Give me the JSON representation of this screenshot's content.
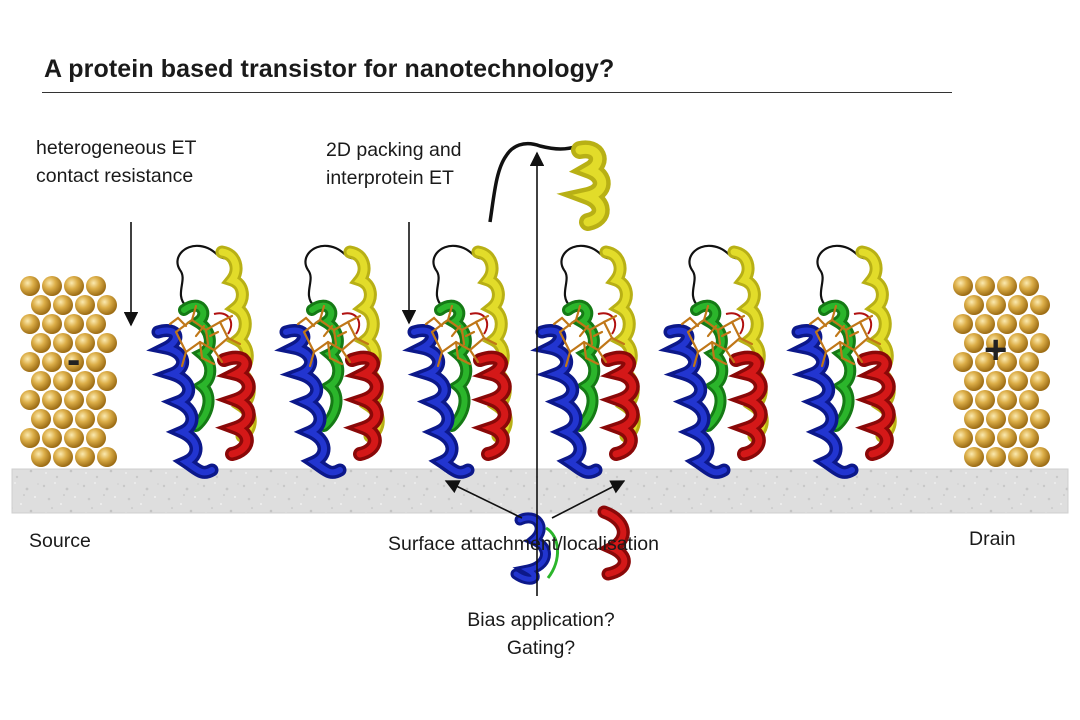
{
  "title": "A protein based transistor for nanotechnology?",
  "labels": {
    "heterogeneous_line1": "heterogeneous ET",
    "heterogeneous_line2": "contact resistance",
    "packing_line1": "2D packing and",
    "packing_line2": "interprotein ET",
    "source": "Source",
    "drain": "Drain",
    "surface": "Surface attachment/localisation",
    "bias_line1": "Bias application?",
    "bias_line2": "Gating?",
    "minus_sign": "-",
    "plus_sign": "+"
  },
  "colors": {
    "gold": "#d4a63a",
    "gold_dark": "#a8781c",
    "helix_blue": "#1a2bb8",
    "helix_green": "#1fa21f",
    "helix_red": "#c01212",
    "helix_yellow": "#d8d21a",
    "heme": "#c87a1a",
    "substrate": "#dcdcdc"
  },
  "protein_count": 6
}
